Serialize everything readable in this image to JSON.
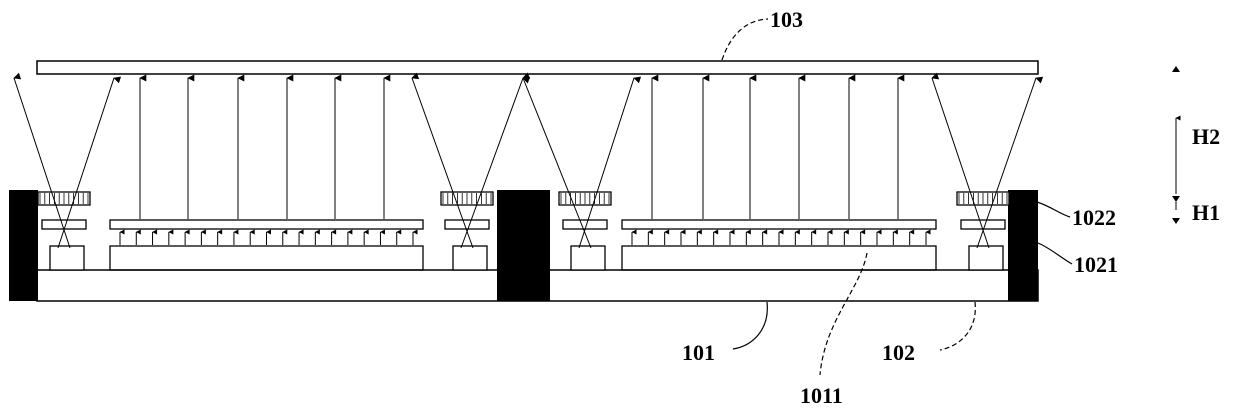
{
  "labels": {
    "top_plate": "103",
    "substrate": "101",
    "wall": "102",
    "wall_part_a": "1022",
    "wall_part_b": "1021",
    "strip": "1011",
    "height_upper": "H2",
    "height_lower": "H1"
  },
  "colors": {
    "line": "#000000",
    "wall_fill": "#000000",
    "background": "#ffffff"
  }
}
